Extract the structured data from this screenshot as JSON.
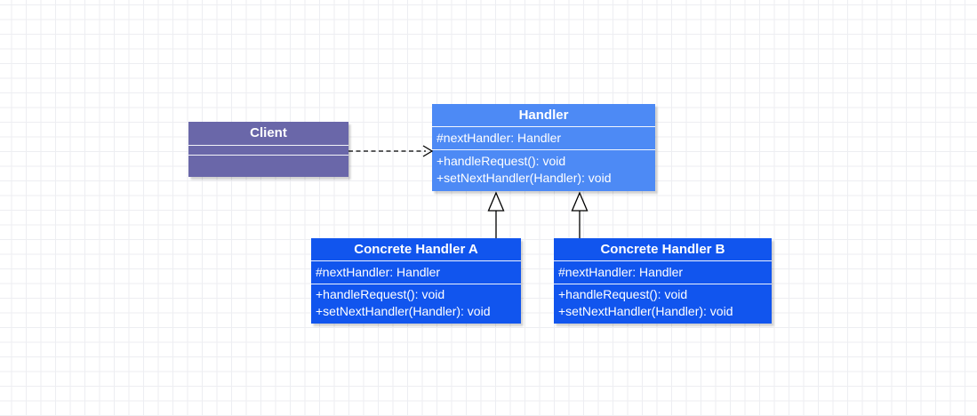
{
  "diagram": {
    "kind": "uml-class-diagram",
    "classes": [
      {
        "id": "client",
        "name": "Client",
        "attributes": [],
        "methods": [],
        "fill": "#6a67a9"
      },
      {
        "id": "handler",
        "name": "Handler",
        "attributes": [
          "#nextHandler: Handler"
        ],
        "methods": [
          "+handleRequest(): void",
          "+setNextHandler(Handler): void"
        ],
        "fill": "#4d8af5"
      },
      {
        "id": "concrete-handler-a",
        "name": "Concrete Handler A",
        "attributes": [
          "#nextHandler: Handler"
        ],
        "methods": [
          "+handleRequest(): void",
          "+setNextHandler(Handler): void"
        ],
        "fill": "#1155ee"
      },
      {
        "id": "concrete-handler-b",
        "name": "Concrete Handler B",
        "attributes": [
          "#nextHandler: Handler"
        ],
        "methods": [
          "+handleRequest(): void",
          "+setNextHandler(Handler): void"
        ],
        "fill": "#1155ee"
      }
    ],
    "relations": [
      {
        "type": "dependency",
        "from": "Client",
        "to": "Handler",
        "line": "dashed",
        "arrowhead": "open-arrow"
      },
      {
        "type": "generalization",
        "from": "Concrete Handler A",
        "to": "Handler",
        "line": "solid",
        "arrowhead": "hollow-triangle"
      },
      {
        "type": "generalization",
        "from": "Concrete Handler B",
        "to": "Handler",
        "line": "solid",
        "arrowhead": "hollow-triangle"
      }
    ],
    "colors": {
      "client_fill": "#6a67a9",
      "handler_fill": "#4d8af5",
      "concrete_fill": "#1155ee",
      "box_text": "#ffffff",
      "compartment_divider": "#ffffff",
      "connector": "#000000",
      "canvas_bg": "#ffffff",
      "grid_line": "#edeef2"
    }
  }
}
